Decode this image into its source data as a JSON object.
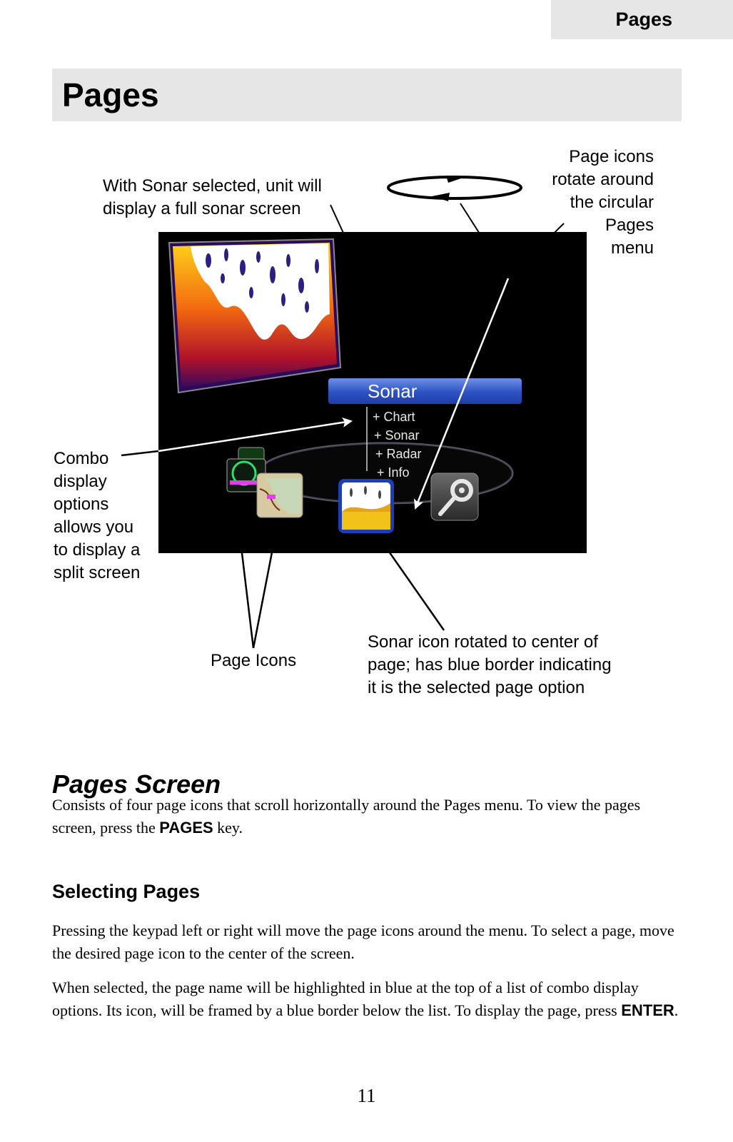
{
  "header": {
    "section_tab": "Pages"
  },
  "page_title": "Pages",
  "figure": {
    "callout_sonar_selected": [
      "With Sonar selected, unit will",
      "display a full sonar screen"
    ],
    "callout_rotate": [
      "Page icons",
      "rotate around",
      "the circular",
      "Pages",
      "menu"
    ],
    "callout_combo": [
      "Combo",
      "display",
      "options",
      "allows you",
      "to display a",
      "split screen"
    ],
    "callout_page_icons": "Page Icons",
    "callout_sonar_icon": [
      "Sonar icon rotated to center of",
      "page; has blue border indicating",
      "it is the selected page option"
    ],
    "screen": {
      "selected_page": "Sonar",
      "options": [
        "+ Chart",
        "+ Sonar",
        "+ Radar",
        "+ Info"
      ]
    }
  },
  "section": {
    "title": "Pages Screen",
    "intro_before": "Consists of four page icons that scroll horizontally around the Pages menu. To view the pages screen, press the ",
    "intro_key": "PAGES",
    "intro_after": " key."
  },
  "subsection": {
    "title": "Selecting Pages",
    "p1": "Pressing the keypad left or right will  move the page icons around the menu. To select a page, move the desired page icon to the center of the screen.",
    "p2_before": "When selected, the page name will be highlighted in blue at the top of a list of combo display options. Its icon, will be framed by a blue border below the list. To display the page, press ",
    "p2_key": "ENTER",
    "p2_after": "."
  },
  "footer": {
    "page_number": "11"
  },
  "colors": {
    "tab_gray": "#e6e6e6",
    "selection_blue": "#2d52c2",
    "screen_black": "#000000"
  }
}
